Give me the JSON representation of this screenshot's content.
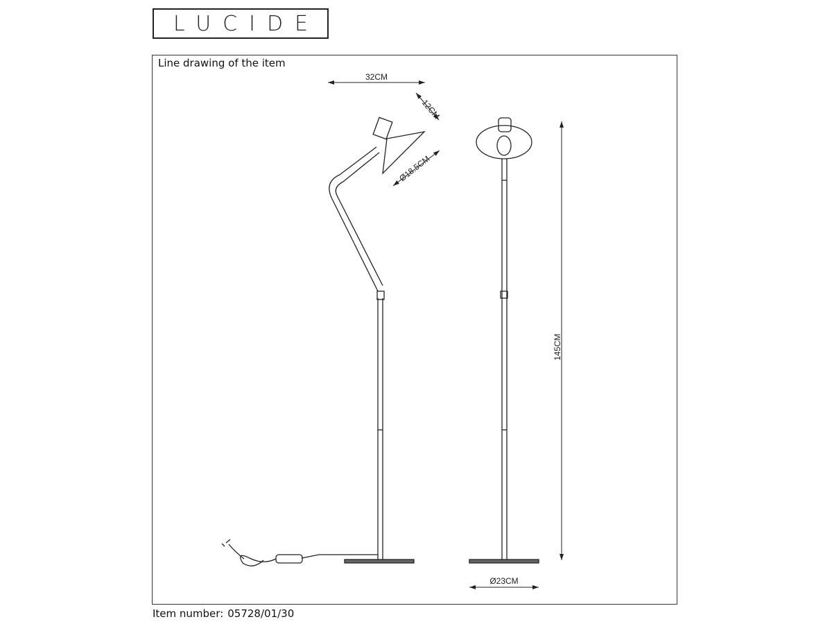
{
  "logo": {
    "text": "LUCIDE"
  },
  "drawing": {
    "caption": "Line drawing of the item",
    "dimensions": {
      "width": "32CM",
      "shade_height": "12CM",
      "shade_diameter": "Ø18.5CM",
      "height": "145CM",
      "base_diameter": "Ø23CM"
    }
  },
  "footer": {
    "item_label": "Item number:",
    "item_number": "05728/01/30"
  }
}
